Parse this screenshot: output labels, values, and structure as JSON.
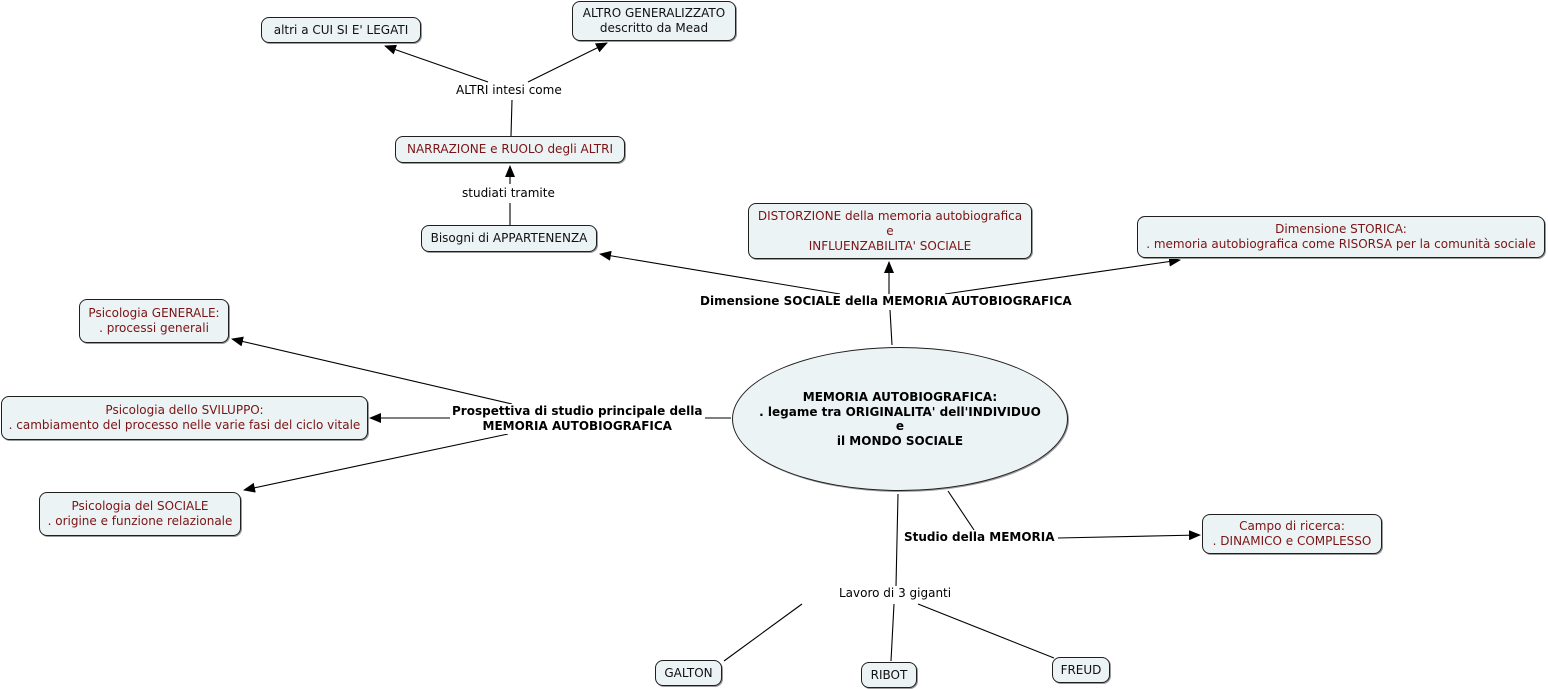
{
  "central": {
    "lines": [
      "MEMORIA AUTOBIOGRAFICA:",
      ". legame tra ORIGINALITA' dell'INDIVIDUO",
      "e",
      "il MONDO SOCIALE"
    ]
  },
  "linking_phrases": {
    "altri_intesi": "ALTRI intesi come",
    "studiati_tramite": "studiati tramite",
    "dimensione_sociale": "Dimensione SOCIALE della MEMORIA AUTOBIOGRAFICA",
    "prospettiva": [
      "Prospettiva di studio principale della",
      "MEMORIA AUTOBIOGRAFICA"
    ],
    "studio_memoria": "Studio della MEMORIA",
    "lavoro_giganti": "Lavoro di 3 giganti"
  },
  "concepts": {
    "altri_legati": [
      "altri a CUI SI E' LEGATI"
    ],
    "altro_generalizzato": [
      "ALTRO GENERALIZZATO",
      "descritto da Mead"
    ],
    "narrazione": [
      "NARRAZIONE e RUOLO degli ALTRI"
    ],
    "bisogni": [
      "Bisogni di APPARTENENZA"
    ],
    "distorsione": [
      "DISTORZIONE della memoria autobiografica",
      "e",
      "INFLUENZABILITA' SOCIALE"
    ],
    "storica": [
      "Dimensione STORICA:",
      ". memoria autobiografica come RISORSA per la comunità sociale"
    ],
    "psi_generale": [
      "Psicologia GENERALE:",
      ". processi generali"
    ],
    "psi_sviluppo": [
      "Psicologia dello SVILUPPO:",
      ". cambiamento del processo nelle varie fasi del ciclo vitale"
    ],
    "psi_sociale": [
      "Psicologia del SOCIALE",
      ". origine e funzione relazionale"
    ],
    "campo_ricerca": [
      "Campo di ricerca:",
      ". DINAMICO e COMPLESSO"
    ],
    "galton": [
      "GALTON"
    ],
    "ribot": [
      "RIBOT"
    ],
    "freud": [
      "FREUD"
    ]
  },
  "colors": {
    "node_fill": "#ecf3f4",
    "node_border": "#1f1f1f",
    "concept_text_red": "#7b1416",
    "text_black": "#000000"
  }
}
